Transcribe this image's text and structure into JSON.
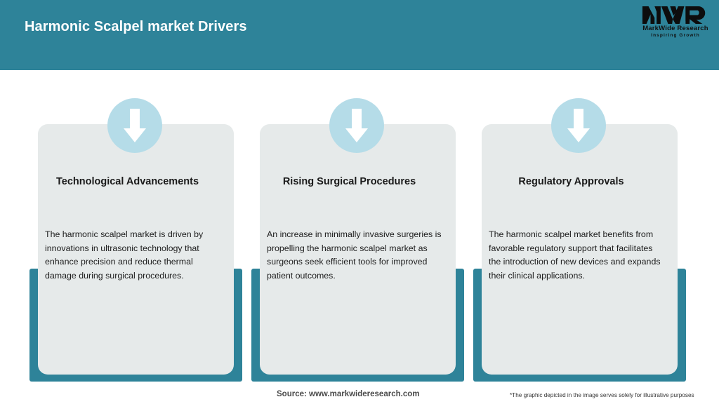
{
  "header": {
    "title": "Harmonic Scalpel market Drivers",
    "background_color": "#2e8399",
    "title_color": "#ffffff",
    "logo": {
      "mark": "MWR",
      "name": "MarkWide Research",
      "tagline": "Inspiring Growth"
    }
  },
  "theme": {
    "accent_teal": "#2e8399",
    "circle_blue": "#b5dce8",
    "card_gray": "#e6eaea",
    "page_background": "#ffffff"
  },
  "cards": [
    {
      "icon": "arrow-down-icon",
      "title": "Technological Advancements",
      "body": "The harmonic scalpel market is driven by innovations in ultrasonic technology that enhance precision and reduce thermal damage during surgical procedures."
    },
    {
      "icon": "arrow-down-icon",
      "title": "Rising Surgical Procedures",
      "body": "An increase in minimally invasive surgeries is propelling the harmonic scalpel market as surgeons seek efficient tools for improved patient outcomes."
    },
    {
      "icon": "arrow-down-icon",
      "title": "Regulatory Approvals",
      "body": "The harmonic scalpel market benefits from favorable regulatory support that facilitates the introduction of new devices and expands their clinical applications."
    }
  ],
  "footer": {
    "source": "Source: www.markwideresearch.com",
    "disclaimer": "*The graphic depicted in the image serves solely for illustrative purposes"
  }
}
